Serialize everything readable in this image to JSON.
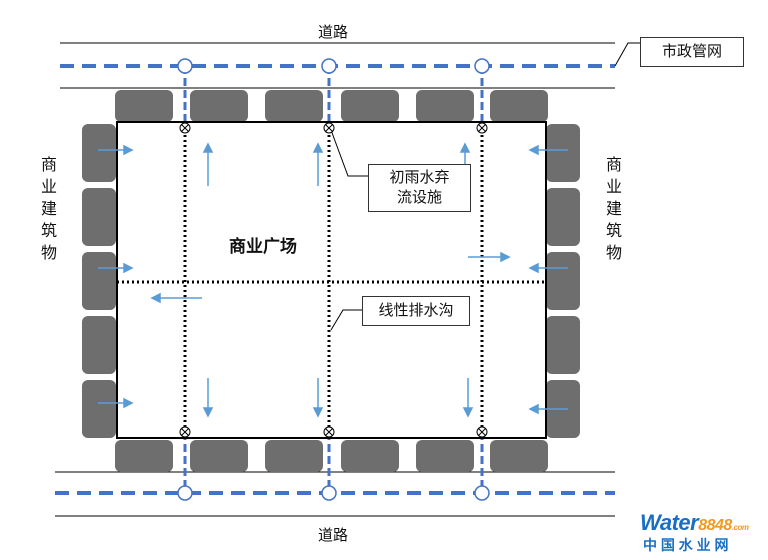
{
  "labels": {
    "road_top": "道路",
    "road_bottom": "道路",
    "municipal_pipe": "市政管网",
    "building_left": [
      "商",
      "业",
      "建",
      "筑",
      "物"
    ],
    "building_right": [
      "商",
      "业",
      "建",
      "筑",
      "物"
    ],
    "plaza": "商业广场",
    "facility": [
      "初雨水弃",
      "流设施"
    ],
    "drain": "线性排水沟"
  },
  "watermark": {
    "brand_prefix": "Water",
    "brand_number": "8848",
    "brand_suffix": ".com",
    "subtitle": "中 国 水 业 网"
  },
  "colors": {
    "pipe": "#4472c4",
    "arrow": "#5b9bd5",
    "building": "#6e6e6e",
    "outline": "#000000",
    "watermark_blue": "#1a6fc4",
    "watermark_orange": "#f39a1e"
  }
}
